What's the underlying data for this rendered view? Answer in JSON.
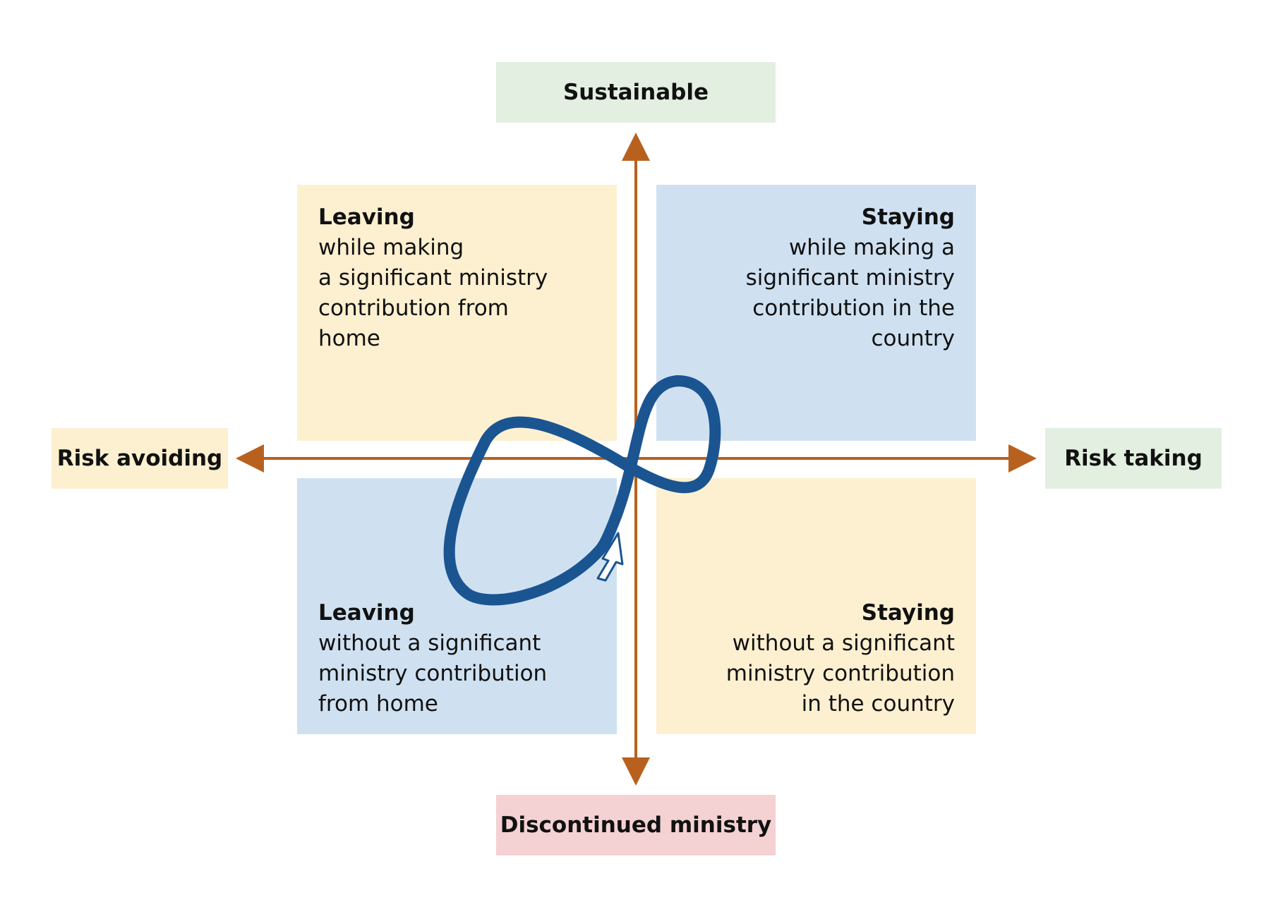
{
  "axes": {
    "top": "Sustainable",
    "bottom": "Discontinued ministry",
    "left": "Risk avoiding",
    "right": "Risk taking"
  },
  "quadrants": {
    "top_left": {
      "title": "Leaving",
      "body": "while making\na significant ministry\ncontribution from\nhome"
    },
    "top_right": {
      "title": "Staying",
      "body": "while making a\nsignificant ministry\ncontribution in the\ncountry"
    },
    "bottom_left": {
      "title": "Leaving",
      "body": "without a significant\nministry contribution\nfrom home"
    },
    "bottom_right": {
      "title": "Staying",
      "body": "without a significant\nministry contribution\nin the country"
    }
  },
  "colors": {
    "sustainable": "#e2efe1",
    "discontinued": "#f4d1d3",
    "risk_avoiding": "#fdf0d0",
    "risk_taking": "#e2efe1",
    "quad_yellow": "#fdf0d0",
    "quad_blue": "#cfe1f1",
    "axis": "#b8611f",
    "loop": "#1a5592"
  }
}
